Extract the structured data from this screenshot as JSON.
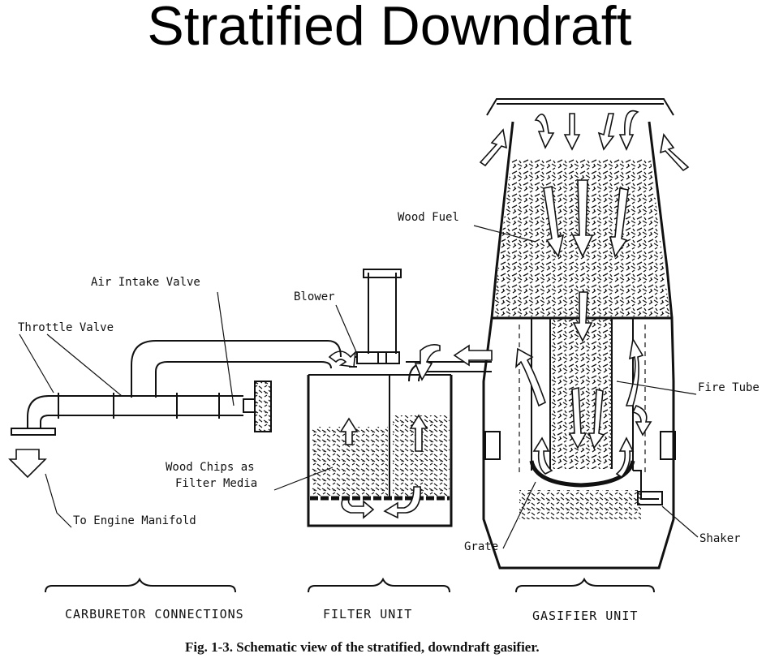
{
  "title": "Stratified Downdraft",
  "labels": {
    "air_intake_valve": "Air Intake Valve",
    "throttle_valve": "Throttle Valve",
    "blower": "Blower",
    "wood_fuel": "Wood Fuel",
    "fire_tube": "Fire Tube",
    "wood_chips_line1": "Wood Chips as",
    "wood_chips_line2": "Filter Media",
    "to_engine_manifold": "To Engine Manifold",
    "grate": "Grate",
    "shaker": "Shaker"
  },
  "sections": {
    "carburetor": "CARBURETOR CONNECTIONS",
    "filter": "FILTER UNIT",
    "gasifier": "GASIFIER UNIT"
  },
  "caption": "Fig. 1-3. Schematic view of the stratified, downdraft gasifier."
}
